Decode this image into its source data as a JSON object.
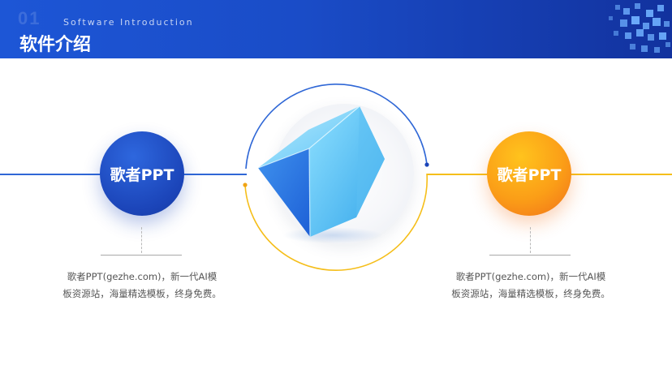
{
  "header": {
    "watermark": "01",
    "subtitle": "Software Introduction",
    "title": "软件介绍"
  },
  "left_item": {
    "label": "歌者PPT",
    "desc_line1": "歌者PPT(gezhe.com)，新一代AI模",
    "desc_line2": "板资源站，海量精选模板，终身免费。"
  },
  "right_item": {
    "label": "歌者PPT",
    "desc_line1": "歌者PPT(gezhe.com)，新一代AI模",
    "desc_line2": "板资源站，海量精选模板，终身免费。"
  },
  "colors": {
    "header_blue": "#1d56d6",
    "accent_blue": "#2f67d6",
    "accent_yellow": "#f5be1a",
    "accent_orange": "#f1701a",
    "cube_blue": "#4aa8f0"
  },
  "icons": {
    "center": "glass-cube-icon",
    "header_decoration": "pixel-cubes-icon"
  }
}
